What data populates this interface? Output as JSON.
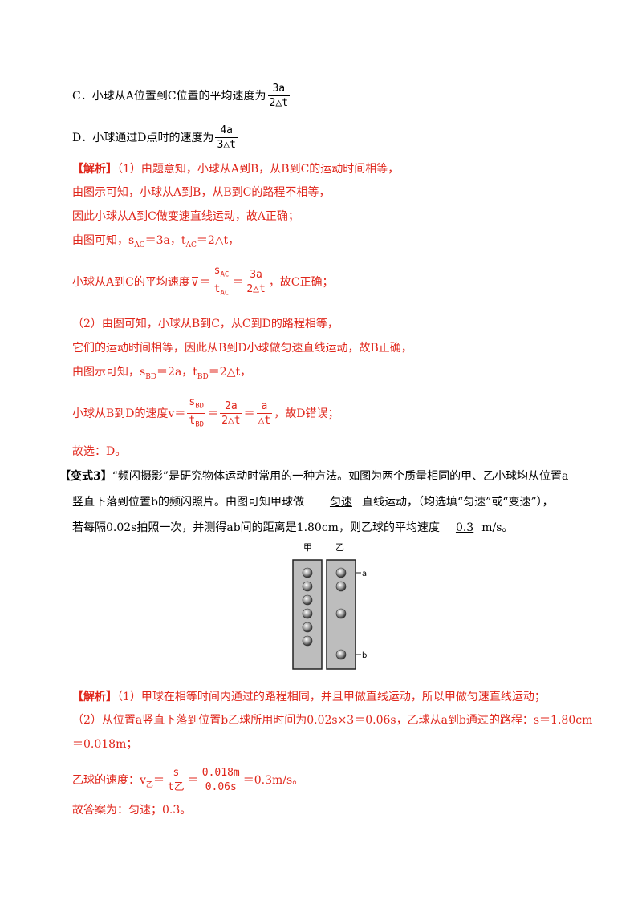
{
  "optC": {
    "prefix": "C．小球从A位置到C位置的平均速度为",
    "num": "3a",
    "den": "2△t"
  },
  "optD": {
    "prefix": "D．小球通过D点时的速度为",
    "num": "4a",
    "den": "3△t"
  },
  "analysis1": {
    "tag": "【解析】",
    "l1": "（1）由题意知，小球从A到B，从B到C的运动时间相等，",
    "l2": "由图示可知，小球从A到B，从B到C的路程不相等，",
    "l3": "因此小球从A到C做变速直线运动，故A正确；",
    "l4": {
      "a": "由图可知，s",
      "sub1": "AC",
      "b": "＝3a，t",
      "sub2": "AC",
      "c": "＝2△t，"
    },
    "l5": {
      "prefix": "小球从A到C的平均速度",
      "vbar": "v",
      "eq": "＝",
      "f1num": "s",
      "f1numsub": "AC",
      "f1den": "t",
      "f1densub": "AC",
      "eq2": "＝",
      "f2num": "3a",
      "f2den": "2△t",
      "suffix": "，故C正确；"
    },
    "l6": "（2）由图可知，小球从B到C，从C到D的路程相等，",
    "l7": "它们的运动时间相等，因此从B到D小球做匀速直线运动，故B正确，",
    "l8": {
      "a": "由图示可知，s",
      "sub1": "BD",
      "b": "＝2a，t",
      "sub2": "BD",
      "c": "＝2△t，"
    },
    "l9": {
      "prefix": "小球从B到D的速度v＝",
      "f1num": "s",
      "f1numsub": "BD",
      "f1den": "t",
      "f1densub": "BD",
      "eq": "＝",
      "f2num": "2a",
      "f2den": "2△t",
      "eq2": "＝",
      "f3num": "a",
      "f3den": "△t",
      "suffix": "，故D错误；"
    },
    "l10": "故选：D。"
  },
  "variant": {
    "tag": "【变式3】",
    "l1": "“频闪摄影”是研究物体运动时常用的一种方法。如图为两个质量相同的甲、乙小球均从位置a",
    "l2a": "竖直下落到位置b的频闪照片。由图可知甲球做",
    "blank1": "匀速",
    "l2b": "直线运动，（均选填“匀速”或“变速”），",
    "l3a": "若每隔0.02s拍照一次，并测得ab间的距离是1.80cm，则乙球的平均速度",
    "blank2": "0.3",
    "l3b": "m/s。"
  },
  "figure": {
    "label_jia": "甲",
    "label_yi": "乙",
    "label_a": "a",
    "label_b": "b",
    "jia_balls": [
      0,
      1,
      2,
      3,
      4,
      5
    ],
    "yi_balls": [
      0,
      1,
      3,
      6
    ]
  },
  "analysis2": {
    "tag": "【解析】",
    "l1": "（1）甲球在相等时间内通过的路程相同，并且甲做直线运动，所以甲做匀速直线运动；",
    "l2": "（2）从位置a竖直下落到位置b乙球所用时间为0.02s×3＝0.06s，乙球从a到b通过的路程：s＝1.80cm",
    "l3": "＝0.018m；",
    "l4": {
      "prefix": "乙球的速度：v",
      "sub": "乙",
      "eq": "＝",
      "f1num": "s",
      "f1den": "t",
      "f1densub": "乙",
      "eq2": "＝",
      "f2num": "0.018m",
      "f2den": "0.06s",
      "suffix": "＝0.3m/s。"
    },
    "l5": "故答案为：匀速；0.3。"
  }
}
